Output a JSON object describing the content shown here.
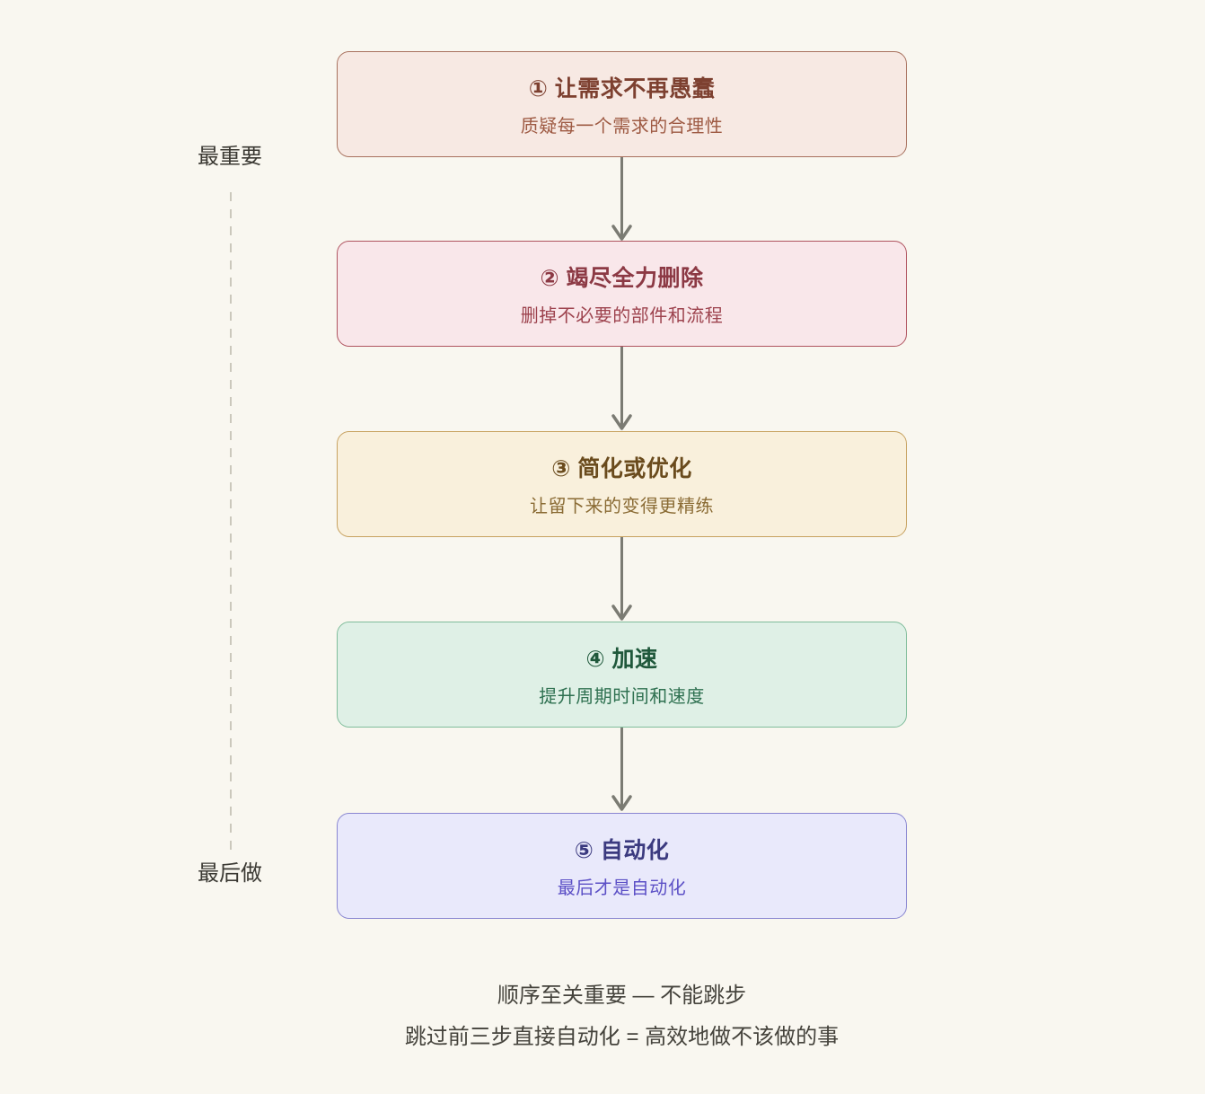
{
  "page": {
    "background": "#F9F7F0",
    "labels": {
      "top": "最重要",
      "bottom": "最后做"
    },
    "steps": [
      {
        "title": "① 让需求不再愚蠢",
        "subtitle": "质疑每一个需求的合理性",
        "bg": "#F7E9E3",
        "border": "#A8715E",
        "title_color": "#7D4030",
        "subtitle_color": "#9E5A43"
      },
      {
        "title": "② 竭尽全力删除",
        "subtitle": "删掉不必要的部件和流程",
        "bg": "#F9E7EA",
        "border": "#B05460",
        "title_color": "#8C3944",
        "subtitle_color": "#9D434E"
      },
      {
        "title": "③ 简化或优化",
        "subtitle": "让留下来的变得更精练",
        "bg": "#F9F0DC",
        "border": "#C7A260",
        "title_color": "#6A4B1D",
        "subtitle_color": "#8A6B34"
      },
      {
        "title": "④ 加速",
        "subtitle": "提升周期时间和速度",
        "bg": "#DFF0E6",
        "border": "#80BD9B",
        "title_color": "#1F583B",
        "subtitle_color": "#2F7151"
      },
      {
        "title": "⑤ 自动化",
        "subtitle": "最后才是自动化",
        "bg": "#E9E9FB",
        "border": "#8986D1",
        "title_color": "#3B3A7F",
        "subtitle_color": "#5C50C6"
      }
    ],
    "arrow_color": "#7B7B73",
    "footer": {
      "line1": "顺序至关重要 — 不能跳步",
      "line2": "跳过前三步直接自动化 = 高效地做不该做的事"
    }
  }
}
